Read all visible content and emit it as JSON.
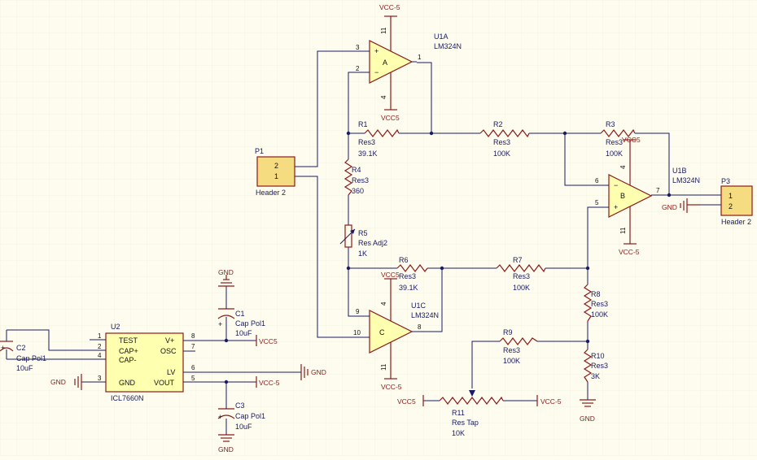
{
  "p1": {
    "des": "P1",
    "val": "Header 2",
    "pin_top": "2",
    "pin_bot": "1"
  },
  "p3": {
    "des": "P3",
    "val": "Header 2",
    "pin_top": "1",
    "pin_bot": "2"
  },
  "u1a": {
    "des": "U1A",
    "val": "LM324N",
    "letter": "A",
    "pins": [
      "3",
      "2",
      "1",
      "11",
      "4"
    ],
    "supply_top": "VCC-5",
    "supply_bot": "VCC5"
  },
  "u1b": {
    "des": "U1B",
    "val": "LM324N",
    "letter": "B",
    "pins": [
      "6",
      "5",
      "7",
      "4",
      "11"
    ],
    "supply_top": "VCC5",
    "supply_bot": "VCC-5"
  },
  "u1c": {
    "des": "U1C",
    "val": "LM324N",
    "letter": "C",
    "pins": [
      "9",
      "10",
      "8",
      "4",
      "11"
    ],
    "supply_top": "VCC5",
    "supply_bot": "VCC-5"
  },
  "u2": {
    "des": "U2",
    "val": "ICL7660N",
    "left": [
      "TEST",
      "CAP+",
      "CAP-",
      "GND"
    ],
    "right": [
      "V+",
      "OSC",
      "LV",
      "VOUT"
    ],
    "left_pins": [
      "1",
      "2",
      "4",
      "3"
    ],
    "right_pins": [
      "8",
      "7",
      "6",
      "5"
    ]
  },
  "r1": {
    "des": "R1",
    "type": "Res3",
    "val": "39.1K"
  },
  "r2": {
    "des": "R2",
    "type": "Res3",
    "val": "100K"
  },
  "r3": {
    "des": "R3",
    "type": "Res3",
    "val": "100K"
  },
  "r4": {
    "des": "R4",
    "type": "Res3",
    "val": "360"
  },
  "r5": {
    "des": "R5",
    "type": "Res Adj2",
    "val": "1K"
  },
  "r6": {
    "des": "R6",
    "type": "Res3",
    "val": "39.1K"
  },
  "r7": {
    "des": "R7",
    "type": "Res3",
    "val": "100K"
  },
  "r8": {
    "des": "R8",
    "type": "Res3",
    "val": "100K"
  },
  "r9": {
    "des": "R9",
    "type": "Res3",
    "val": "100K"
  },
  "r10": {
    "des": "R10",
    "type": "Res3",
    "val": "3K"
  },
  "r11": {
    "des": "R11",
    "type": "Res Tap",
    "val": "10K"
  },
  "c1": {
    "des": "C1",
    "type": "Cap Pol1",
    "val": "10uF"
  },
  "c2": {
    "des": "C2",
    "type": "Cap Pol1",
    "val": "10uF"
  },
  "c3": {
    "des": "C3",
    "type": "Cap Pol1",
    "val": "10uF"
  },
  "power": {
    "gnd": "GND",
    "vcc5": "VCC5",
    "vccm5": "VCC-5"
  },
  "colors": {
    "wire": "#1a1a66",
    "component": "#8b1a1a",
    "body": "#ffffb0",
    "header": "#f6dc80",
    "background": "#fdfcee"
  }
}
